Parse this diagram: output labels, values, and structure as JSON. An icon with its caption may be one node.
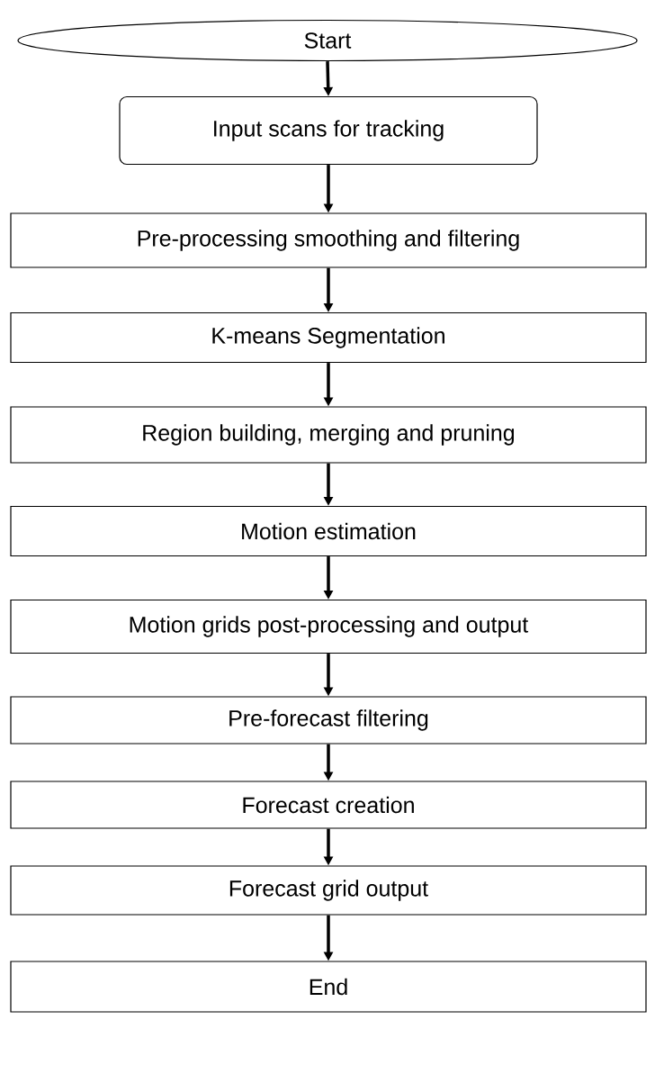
{
  "diagram": {
    "nodes": [
      {
        "text": [
          "Start"
        ]
      },
      {
        "text": [
          "Input scans for tracking"
        ]
      },
      {
        "text": [
          "Pre-processing smoothing and filtering"
        ]
      },
      {
        "text": [
          "K-means Segmentation"
        ]
      },
      {
        "text": [
          "Region building, merging and pruning"
        ]
      },
      {
        "text": [
          "Motion estimation"
        ]
      },
      {
        "text": [
          "Motion grids post-processing and output"
        ]
      },
      {
        "text": [
          "Pre-forecast filtering"
        ]
      },
      {
        "text": [
          "Forecast creation"
        ]
      },
      {
        "text": [
          "Forecast grid output"
        ]
      },
      {
        "text": [
          "End"
        ]
      }
    ],
    "edges": [
      {
        "from": 0,
        "to": 1,
        "arrow": "to"
      },
      {
        "from": 1,
        "to": 2,
        "arrow": "to"
      },
      {
        "from": 2,
        "to": 3,
        "arrow": "to"
      },
      {
        "from": 3,
        "to": 4,
        "arrow": "to"
      },
      {
        "from": 4,
        "to": 5,
        "arrow": "to"
      },
      {
        "from": 5,
        "to": 6,
        "arrow": "to"
      },
      {
        "from": 6,
        "to": 7,
        "arrow": "to"
      },
      {
        "from": 7,
        "to": 8,
        "arrow": "to"
      },
      {
        "from": 8,
        "to": 9,
        "arrow": "to"
      },
      {
        "from": 9,
        "to": 10,
        "arrow": "to"
      }
    ]
  }
}
